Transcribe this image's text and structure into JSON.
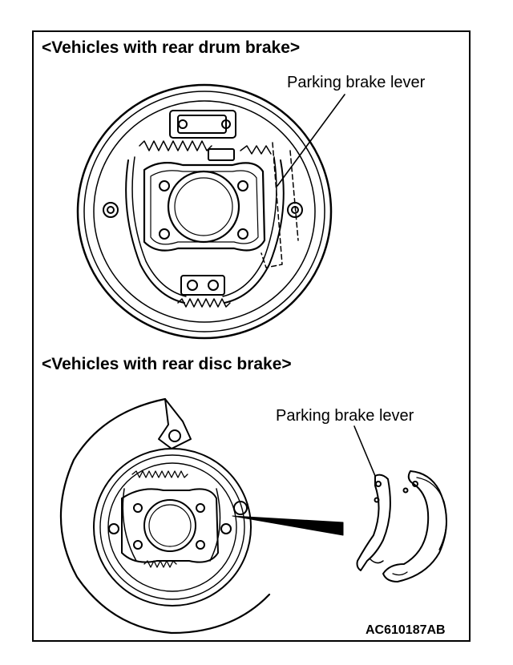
{
  "sections": {
    "drum": {
      "title": "<Vehicles with rear drum brake>",
      "callout": "Parking brake lever"
    },
    "disc": {
      "title": "<Vehicles with rear disc brake>",
      "callout": "Parking brake lever"
    }
  },
  "figure_code": "AC610187AB",
  "colors": {
    "ink": "#000000",
    "paper": "#ffffff"
  }
}
